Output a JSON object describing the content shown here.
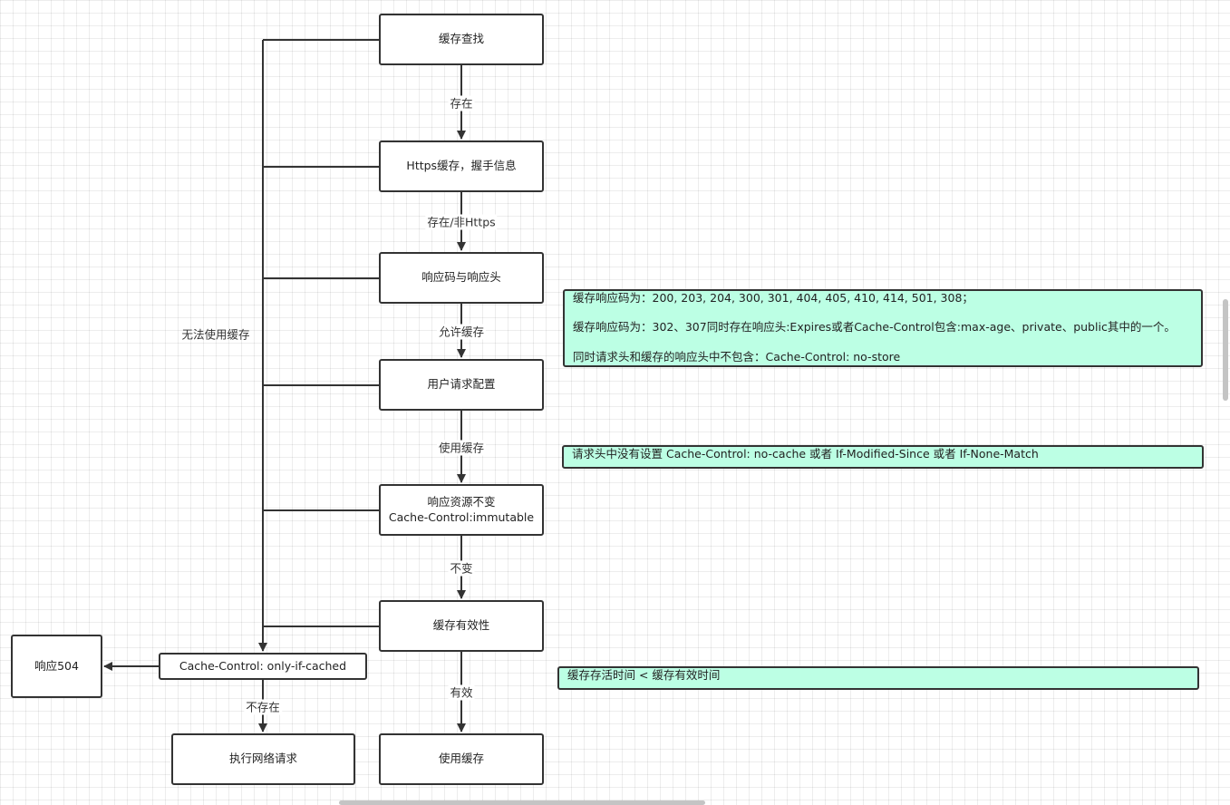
{
  "nodes": {
    "cache_lookup": "缓存查找",
    "https_cache": "Https缓存，握手信息",
    "response_code": "响应码与响应头",
    "user_config": "用户请求配置",
    "immutable_line1": "响应资源不变",
    "immutable_line2": "Cache-Control:immutable",
    "cache_validity": "缓存有效性",
    "only_if_cached": "Cache-Control: only-if-cached",
    "response_504": "响应504",
    "network_request": "执行网络请求",
    "use_cache": "使用缓存"
  },
  "edge_labels": {
    "exists": "存在",
    "exists_non_https": "存在/非Https",
    "allow_cache": "允许缓存",
    "use_cache": "使用缓存",
    "unchanged": "不变",
    "valid": "有效",
    "not_exist": "不存在",
    "cannot_use_cache": "无法使用缓存"
  },
  "notes": {
    "response_codes": [
      "缓存响应码为：200, 203, 204, 300, 301, 404, 405, 410, 414, 501, 308；",
      "缓存响应码为：302、307同时存在响应头:Expires或者Cache-Control包含:max-age、private、public其中的一个。",
      "同时请求头和缓存的响应头中不包含：Cache-Control: no-store"
    ],
    "request_headers": "请求头中没有设置 Cache-Control: no-cache 或者 If-Modified-Since 或者 If-None-Match",
    "ttl": "缓存存活时间 < 缓存有效时间"
  },
  "colors": {
    "note_fill": "#bcffe4",
    "stroke": "#333333"
  }
}
